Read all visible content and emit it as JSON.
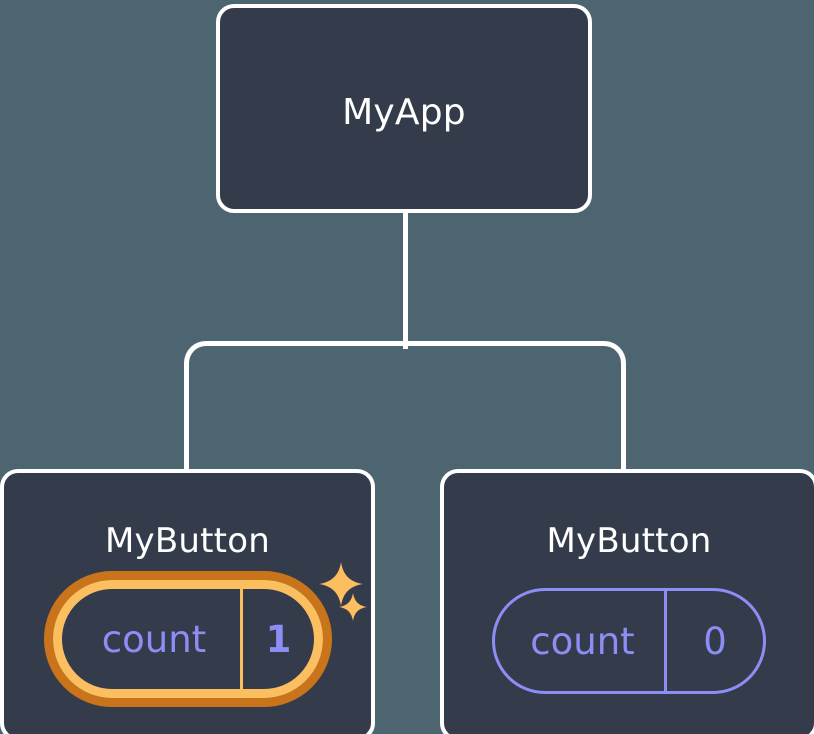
{
  "diagram": {
    "type": "component-tree",
    "background_color": "#4d6570",
    "node_fill_color": "#343c4b",
    "node_border_color": "#ffffff",
    "connector_color": "#ffffff",
    "accent_highlight_color": "#fbbf60",
    "accent_highlight_outer_color": "#c9741a",
    "state_text_color": "#8d8ef5",
    "root": {
      "label": "MyApp"
    },
    "children": [
      {
        "label": "MyButton",
        "state": {
          "key": "count",
          "value": "1"
        },
        "highlighted": true,
        "sparkles": [
          "sparkle-large",
          "sparkle-small"
        ]
      },
      {
        "label": "MyButton",
        "state": {
          "key": "count",
          "value": "0"
        },
        "highlighted": false,
        "sparkles": []
      }
    ]
  }
}
